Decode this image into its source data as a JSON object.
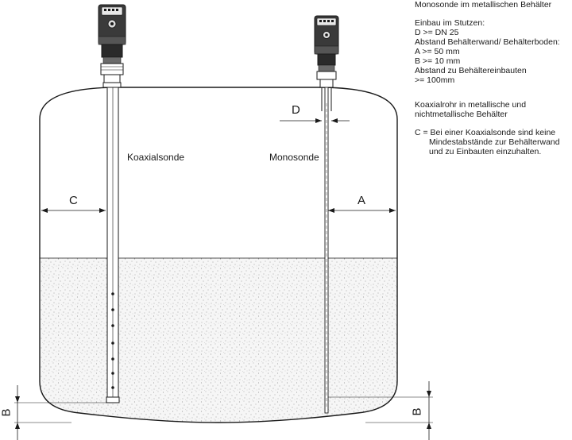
{
  "notes": {
    "title": "Monosonde im metallischen Behälter",
    "install_heading": "Einbau im Stutzen:",
    "install_d": "D >= DN 25",
    "distance_heading": "Abstand Behälterwand/ Behälterboden:",
    "distance_a": "A >= 50 mm",
    "distance_b": "B >= 10 mm",
    "installations_heading": "Abstand zu Behältereinbauten",
    "installations_value": ">= 100mm",
    "coax_line1": "Koaxialrohr  in metallische und",
    "coax_line2": "nichtmetallische Behälter",
    "c_note_line1": "C = Bei einer Koaxialsonde sind keine",
    "c_note_line2": "Mindestabstände zur Behälterwand",
    "c_note_line3": "und zu Einbauten einzuhalten."
  },
  "labels": {
    "koaxialsonde": "Koaxialsonde",
    "monosonde": "Monosonde",
    "dim_a": "A",
    "dim_b_left": "B",
    "dim_b_right": "B",
    "dim_c": "C",
    "dim_d": "D"
  },
  "colors": {
    "line": "#1a1a1a",
    "fill_speckle": "#f2f2f2",
    "sensor_body": "#3a3a3a",
    "sensor_dark": "#1c1c1c"
  }
}
